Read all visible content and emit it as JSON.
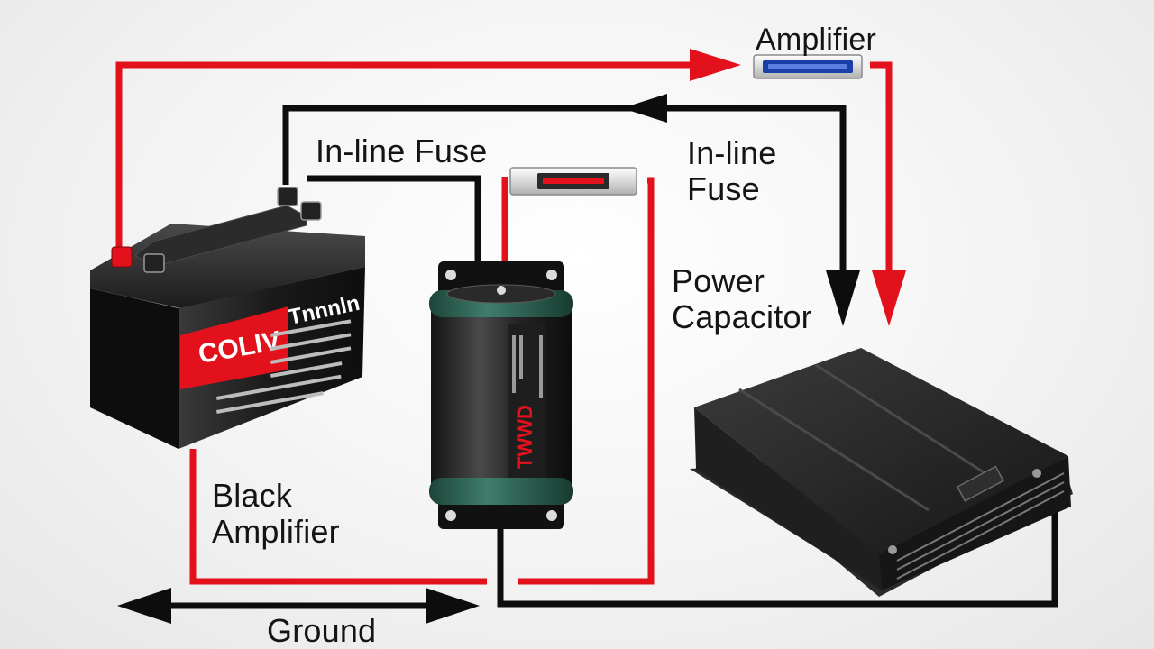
{
  "labels": {
    "amplifier_top": "Amplifier",
    "inline_fuse_left": "In-line Fuse",
    "inline_fuse_right": [
      "In-line",
      "Fuse"
    ],
    "power_capacitor": [
      "Power",
      "Capacitor"
    ],
    "black_amplifier": [
      "Black",
      "Amplifier"
    ],
    "ground": "Ground"
  },
  "battery": {
    "brand": "COLIV",
    "model": "Tnnnln"
  },
  "capacitor": {
    "brand": "TWWD"
  },
  "colors": {
    "positive_wire": "#e3111b",
    "ground_wire": "#0d0d0d",
    "fuse_element": "#1b3fa8",
    "capacitor_band": "#2f6657"
  }
}
